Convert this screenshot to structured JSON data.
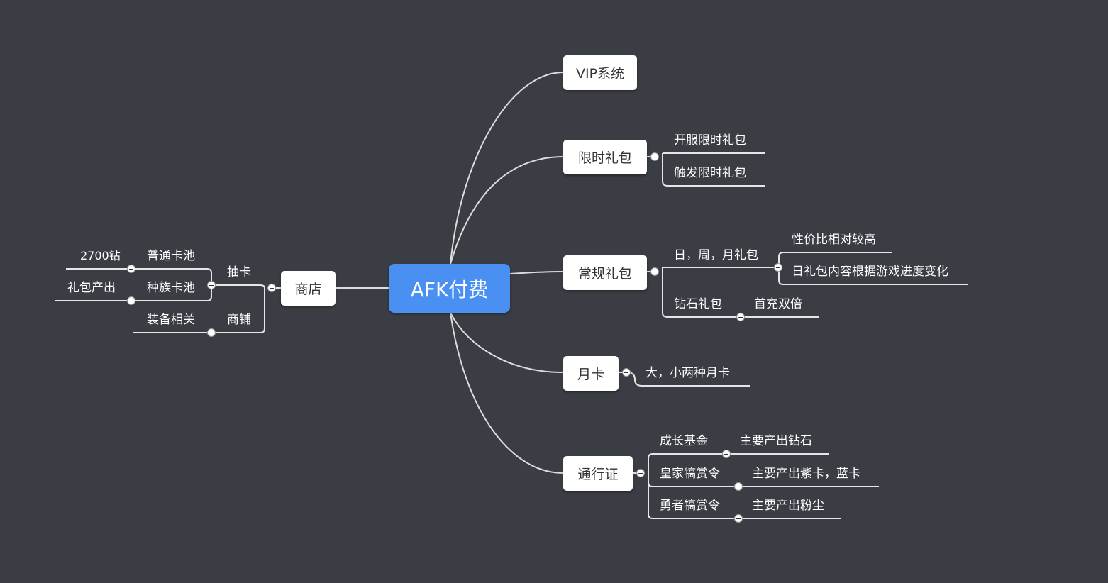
{
  "root": "AFK付费",
  "right": {
    "vip": {
      "label": "VIP系统"
    },
    "limited": {
      "label": "限时礼包",
      "children": [
        "开服限时礼包",
        "触发限时礼包"
      ]
    },
    "regular": {
      "label": "常规礼包",
      "daily": {
        "label": "日，周，月礼包",
        "children": [
          "性价比相对较高",
          "日礼包内容根据游戏进度变化"
        ]
      },
      "diamond": {
        "label": "钻石礼包",
        "child": "首充双倍"
      }
    },
    "monthly": {
      "label": "月卡",
      "child": "大，小两种月卡"
    },
    "pass": {
      "label": "通行证",
      "items": [
        {
          "label": "成长基金",
          "child": "主要产出钻石"
        },
        {
          "label": "皇家犒赏令",
          "child": "主要产出紫卡，蓝卡"
        },
        {
          "label": "勇者犒赏令",
          "child": "主要产出粉尘"
        }
      ]
    }
  },
  "left": {
    "shop": {
      "label": "商店",
      "gacha": {
        "label": "抽卡",
        "pools": [
          {
            "label": "普通卡池",
            "child": "2700钻"
          },
          {
            "label": "种族卡池",
            "child": "礼包产出"
          }
        ]
      },
      "store": {
        "label": "商铺",
        "child": "装备相关"
      }
    }
  }
}
